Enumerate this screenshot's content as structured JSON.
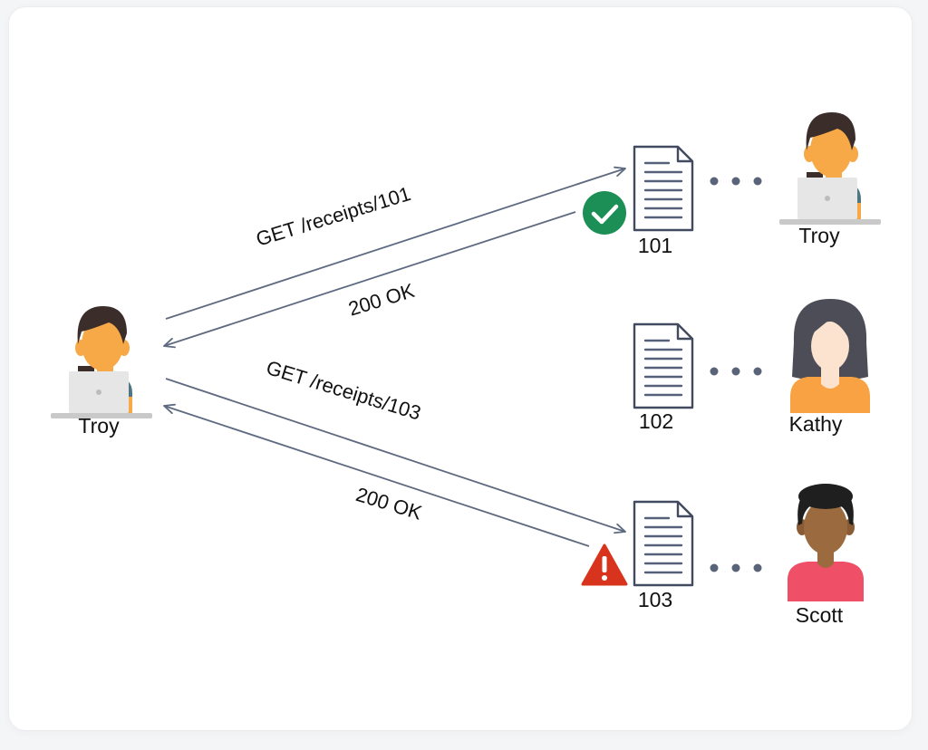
{
  "colors": {
    "arrow": "#5e6a80",
    "doc_stroke": "#414a5e",
    "doc_lines": "#55607a",
    "dots": "#5a6478",
    "success": "#1b8f55",
    "warning": "#d8341d",
    "skin": "#f7a948",
    "hair_dark": "#3b2d2a",
    "shirt_teal": "#4f7683",
    "laptop": "#e3e3e3",
    "kathy_hair": "#4c4d57",
    "kathy_top": "#f8a244",
    "scott_skin": "#9b6b3f",
    "scott_shirt": "#ef4f67"
  },
  "requester": {
    "name": "Troy",
    "icon": "user-with-laptop-icon"
  },
  "requests": [
    {
      "request": "GET /receipts/101",
      "response": "200 OK",
      "status_icon": "check-circle-icon"
    },
    {
      "request": "GET /receipts/103",
      "response": "200 OK",
      "status_icon": "warning-triangle-icon"
    }
  ],
  "receipts": [
    {
      "id": "101",
      "owner": "Troy",
      "owner_icon": "user-with-laptop-icon"
    },
    {
      "id": "102",
      "owner": "Kathy",
      "owner_icon": "woman-user-icon"
    },
    {
      "id": "103",
      "owner": "Scott",
      "owner_icon": "man-user-icon"
    }
  ]
}
